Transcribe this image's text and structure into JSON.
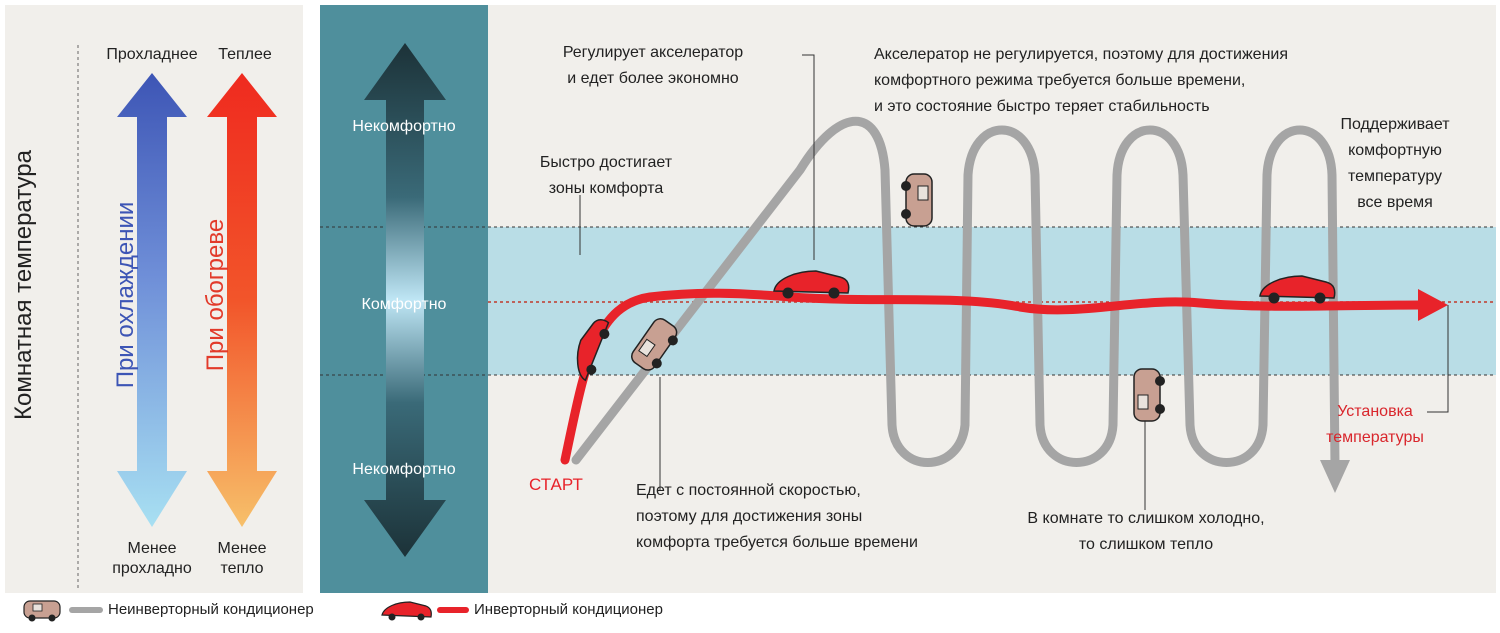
{
  "left_panel": {
    "axis_title": "Комнатная температура",
    "cooling_label": "При охлаждении",
    "heating_label": "При обогреве",
    "cooler_top": "Прохладнее",
    "warmer_top": "Теплее",
    "less_cool_bottom": [
      "Менее",
      "прохладно"
    ],
    "less_warm_bottom": [
      "Менее",
      "тепло"
    ]
  },
  "comfort_column": {
    "uncomfortable_top": "Некомфортно",
    "comfortable": "Комфортно",
    "uncomfortable_bottom": "Некомфортно"
  },
  "annotations": {
    "start": "СТАРТ",
    "fast_reach": [
      "Быстро достигает",
      "зоны комфорта"
    ],
    "regulates": [
      "Регулирует акселератор",
      "и едет более экономно"
    ],
    "not_regulated": [
      "Акселератор не регулируется, поэтому для достижения",
      "комфортного режима требуется больше времени,",
      "и это состояние быстро теряет стабильность"
    ],
    "maintains": [
      "Поддерживает",
      "комфортную",
      "температуру",
      "все время"
    ],
    "constant_speed": [
      "Едет с постоянной скоростью,",
      "поэтому для достижения зоны",
      "комфорта требуется больше времени"
    ],
    "too_cold_hot": [
      "В комнате то слишком холодно,",
      "то слишком тепло"
    ],
    "setpoint": [
      "Установка",
      "температуры"
    ]
  },
  "legend": {
    "non_inverter": "Неинверторный кондиционер",
    "inverter": "Инверторный кондиционер"
  },
  "colors": {
    "inverter": "#e8232a",
    "non_inverter": "#9a9a9a",
    "comfort_band": "#b9dde6",
    "panel_bg": "#f1efeb",
    "dark_column": "#4f8f9c",
    "cool_arrow": "#3d55b5",
    "warm_arrow": "#ef2a1f",
    "setpoint_text": "#d9262c"
  }
}
